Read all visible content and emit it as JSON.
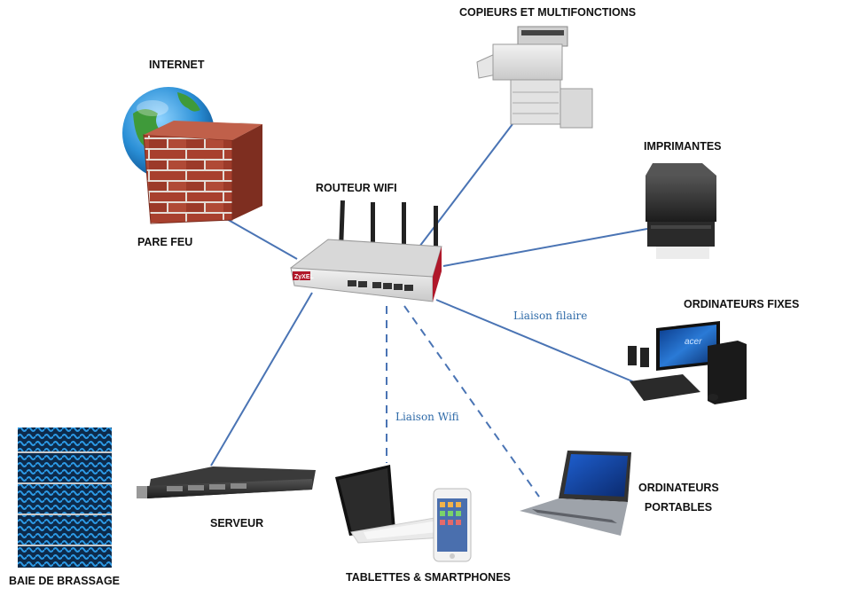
{
  "nodes": {
    "internet": {
      "label": "INTERNET"
    },
    "firewall": {
      "label": "PARE FEU"
    },
    "router": {
      "label": "ROUTEUR  WIFI",
      "brand": "ZyXEL"
    },
    "copiers": {
      "label": "COPIEURS ET MULTIFONCTIONS"
    },
    "printers": {
      "label": "IMPRIMANTES"
    },
    "desktops": {
      "label": "ORDINATEURS FIXES",
      "brand": "acer"
    },
    "laptops": {
      "label_line1": "ORDINATEURS",
      "label_line2": "PORTABLES"
    },
    "tablets": {
      "label": "TABLETTES & SMARTPHONES"
    },
    "server": {
      "label": "SERVEUR"
    },
    "patch_panel": {
      "label": "BAIE DE BRASSAGE"
    }
  },
  "links": {
    "wired_label": "Liaison filaire",
    "wifi_label": "Liaison Wifi"
  },
  "colors": {
    "link": "#4a74b4",
    "firewall_brick": "#a8402e",
    "router_accent": "#b0182a",
    "globe": "#2a8fd6"
  }
}
